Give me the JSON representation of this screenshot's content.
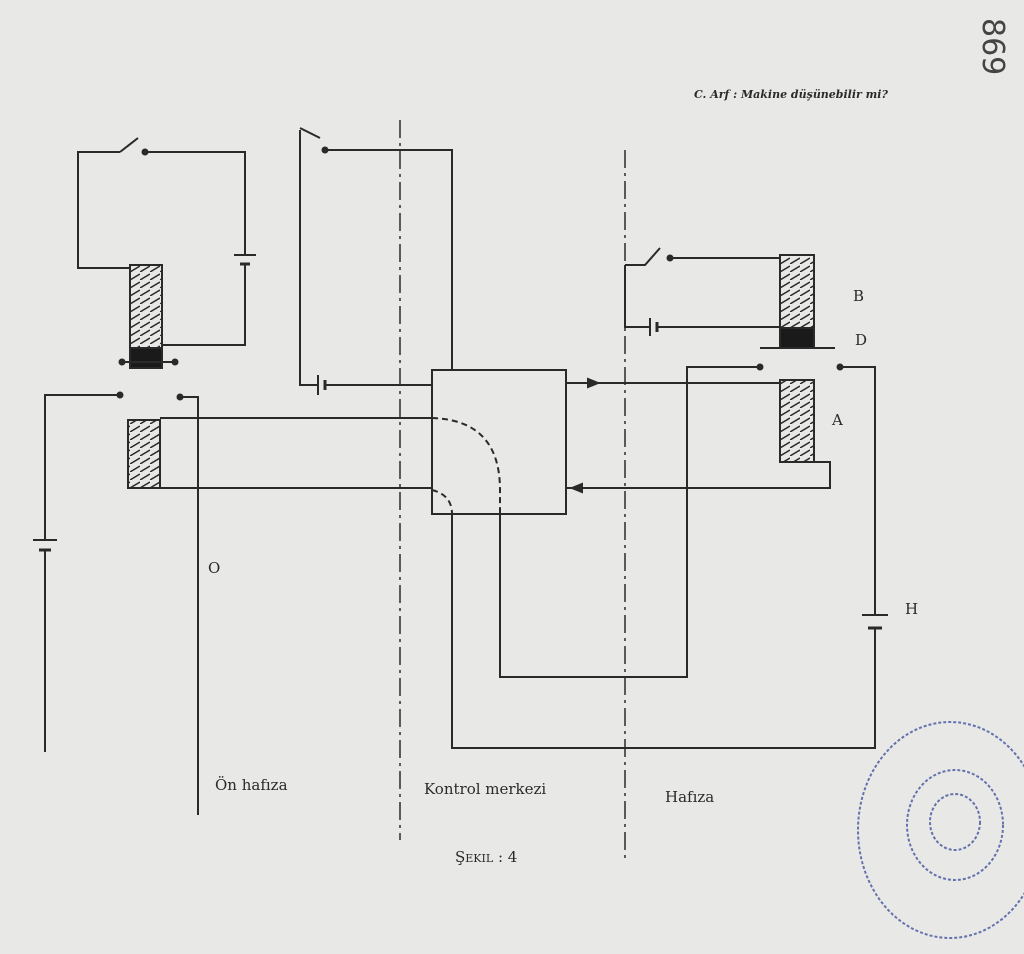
{
  "header": "C. Arf : Makine düşünebilir mi?",
  "handwritten_page_number": "869",
  "labels": {
    "b": "B",
    "d": "D",
    "a": "A",
    "h": "H",
    "o": "O"
  },
  "sections": [
    "Ön hafıza",
    "Kontrol merkezi",
    "Hafıza"
  ],
  "caption": "Şekil : 4",
  "colors": {
    "paper": "#e8e9e6",
    "ink": "#2a2a2a",
    "stamp": "#3a4a9a"
  }
}
